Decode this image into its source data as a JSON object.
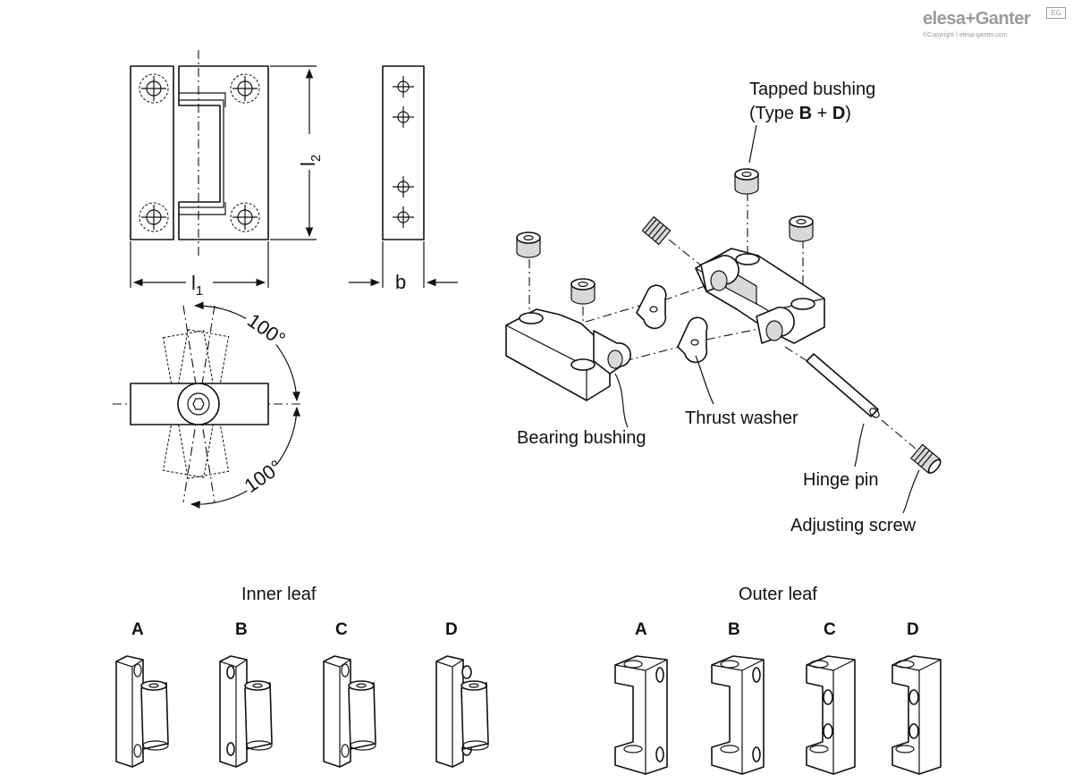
{
  "brand": {
    "name": "elesa+Ganter",
    "copyright": "©Copyright | elesa-ganter.com",
    "badge": "EG"
  },
  "dimensions": {
    "l1": "l",
    "l1_sub": "1",
    "l2": "l",
    "l2_sub": "2",
    "b": "b",
    "angle_top": "100°",
    "angle_bottom": "100°"
  },
  "callouts": {
    "tapped_bushing_line1": "Tapped bushing",
    "tapped_bushing_line2_pre": "(Type ",
    "tapped_bushing_type1": "B",
    "tapped_bushing_plus": " + ",
    "tapped_bushing_type2": "D",
    "tapped_bushing_close": ")",
    "bearing_bushing": "Bearing bushing",
    "thrust_washer": "Thrust washer",
    "hinge_pin": "Hinge pin",
    "adjusting_screw": "Adjusting screw"
  },
  "inner_leaf": {
    "title": "Inner leaf",
    "types": [
      "A",
      "B",
      "C",
      "D"
    ]
  },
  "outer_leaf": {
    "title": "Outer leaf",
    "types": [
      "A",
      "B",
      "C",
      "D"
    ]
  }
}
